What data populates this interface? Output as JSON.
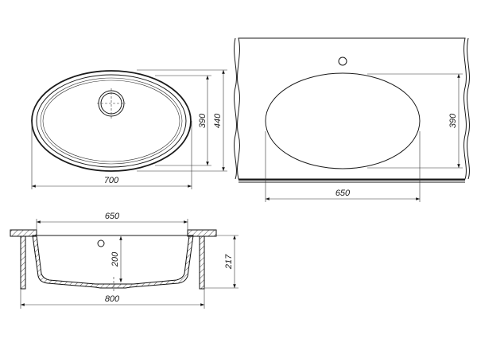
{
  "drawing": {
    "top_view": {
      "width_label": "700",
      "inner_height_label": "390",
      "outer_height_label": "440"
    },
    "countertop_view": {
      "height_label": "390",
      "width_label": "650"
    },
    "section_view": {
      "top_width_label": "650",
      "depth_label": "200",
      "total_depth_label": "217",
      "overall_width_label": "800"
    }
  }
}
